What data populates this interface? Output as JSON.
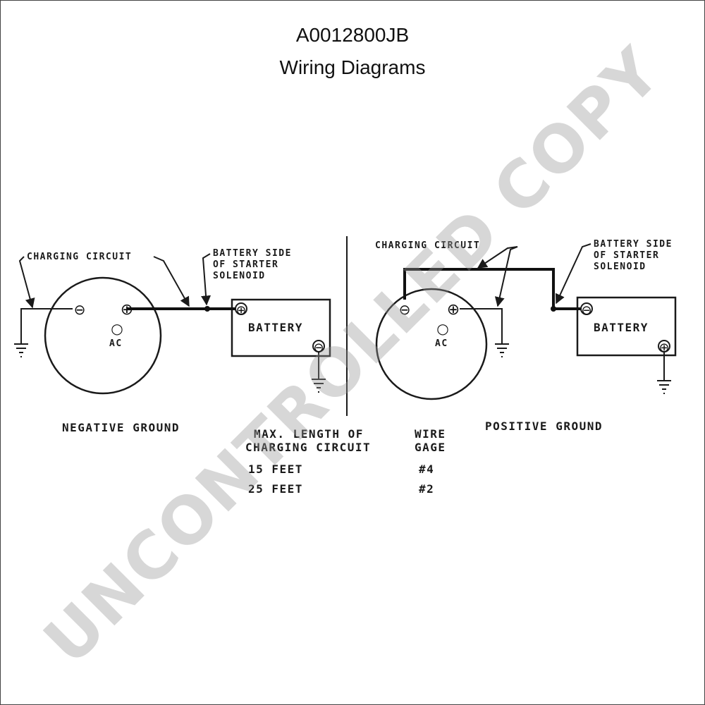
{
  "header": {
    "part_number": "A0012800JB",
    "subtitle": "Wiring Diagrams"
  },
  "negative_ground": {
    "label": "NEGATIVE GROUND",
    "charging_circuit_label": "CHARGING CIRCUIT",
    "battery_side_label": [
      "BATTERY SIDE",
      "OF STARTER",
      "SOLENOID"
    ],
    "terminals": {
      "negative": "⊖",
      "positive": "⊕",
      "ac_symbol": "○",
      "ac": "AC"
    },
    "battery": {
      "label": "BATTERY",
      "positive": "⊕",
      "negative": "⊖"
    }
  },
  "positive_ground": {
    "label": "POSITIVE GROUND",
    "charging_circuit_label": "CHARGING CIRCUIT",
    "battery_side_label": [
      "BATTERY SIDE",
      "OF STARTER",
      "SOLENOID"
    ],
    "terminals": {
      "negative": "⊖",
      "positive": "⊕",
      "ac_symbol": "○",
      "ac": "AC"
    },
    "battery": {
      "label": "BATTERY",
      "negative": "⊖",
      "positive": "⊕"
    }
  },
  "wire_table": {
    "header_length": [
      "MAX. LENGTH OF",
      "CHARGING CIRCUIT"
    ],
    "header_gage": [
      "WIRE",
      "GAGE"
    ],
    "rows": [
      {
        "length": "15 FEET",
        "gage": "#4"
      },
      {
        "length": "25 FEET",
        "gage": "#2"
      }
    ]
  },
  "watermark": "UNCONTROLLED COPY"
}
